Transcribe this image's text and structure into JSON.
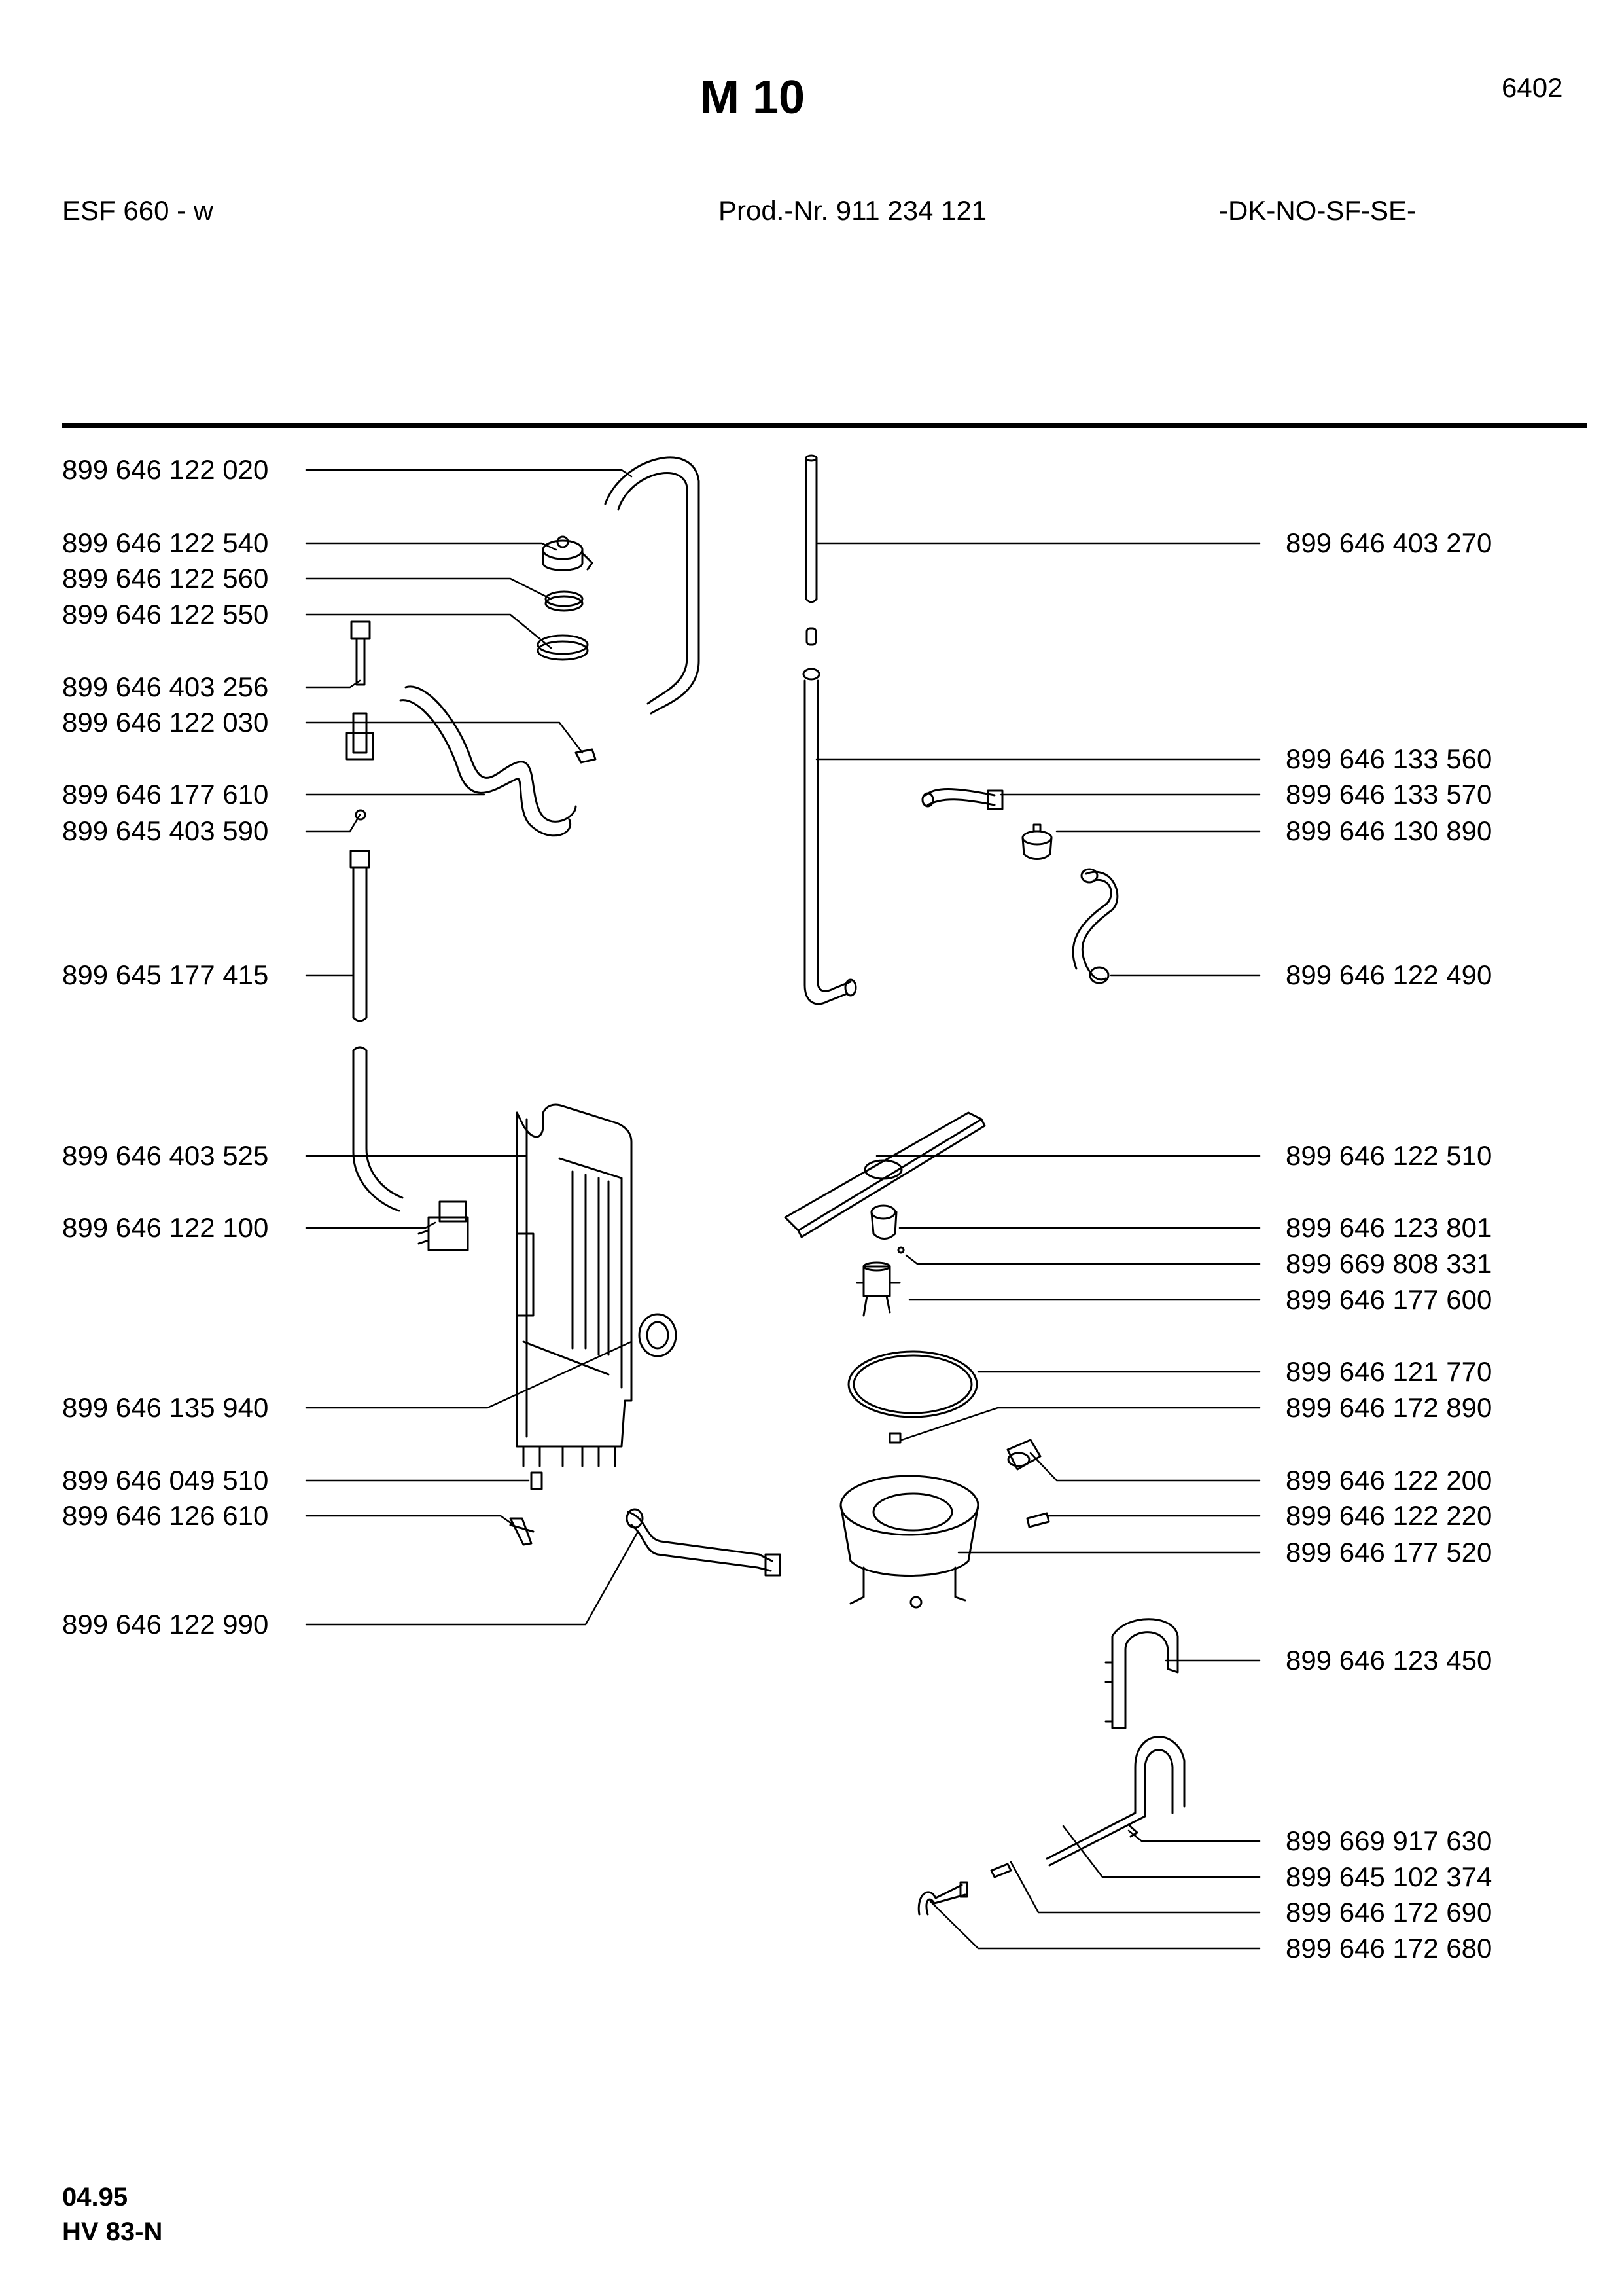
{
  "header": {
    "title": "M 10",
    "sheet_number": "6402",
    "model": "ESF 660 - w",
    "product_number": "Prod.-Nr. 911 234 121",
    "countries": "-DK-NO-SF-SE-"
  },
  "left_parts": [
    "899 646 122 020",
    "899 646 122 540",
    "899 646 122 560",
    "899 646 122 550",
    "899 646 403 256",
    "899 646 122 030",
    "899 646 177 610",
    "899 645 403 590",
    "899 645 177 415",
    "899 646 403 525",
    "899 646 122 100",
    "899 646 135 940",
    "899 646 049 510",
    "899 646 126 610",
    "899 646 122 990"
  ],
  "right_parts": [
    "899 646 403 270",
    "899 646 133 560",
    "899 646 133 570",
    "899 646 130 890",
    "899 646 122 490",
    "899 646 122 510",
    "899 646 123 801",
    "899 669 808 331",
    "899 646 177 600",
    "899 646 121 770",
    "899 646 172 890",
    "899 646 122 200",
    "899 646 122 220",
    "899 646 177 520",
    "899 646 123 450",
    "899 669 917 630",
    "899 645 102 374",
    "899 646 172 690",
    "899 646 172 680"
  ],
  "footer": {
    "date": "04.95",
    "code": "HV 83-N"
  }
}
